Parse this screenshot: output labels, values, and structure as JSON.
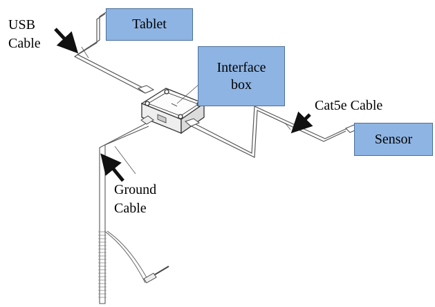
{
  "labels": {
    "tablet": "Tablet",
    "interface_box_line1": "Interface",
    "interface_box_line2": "box",
    "sensor": "Sensor",
    "usb_line1": "USB",
    "usb_line2": "Cable",
    "cat5e": "Cat5e Cable",
    "ground_line1": "Ground",
    "ground_line2": "Cable"
  },
  "colors": {
    "label_fill": "#8eb4e3",
    "label_border": "#4a6f9a",
    "line": "#555555",
    "arrow": "#111111"
  }
}
